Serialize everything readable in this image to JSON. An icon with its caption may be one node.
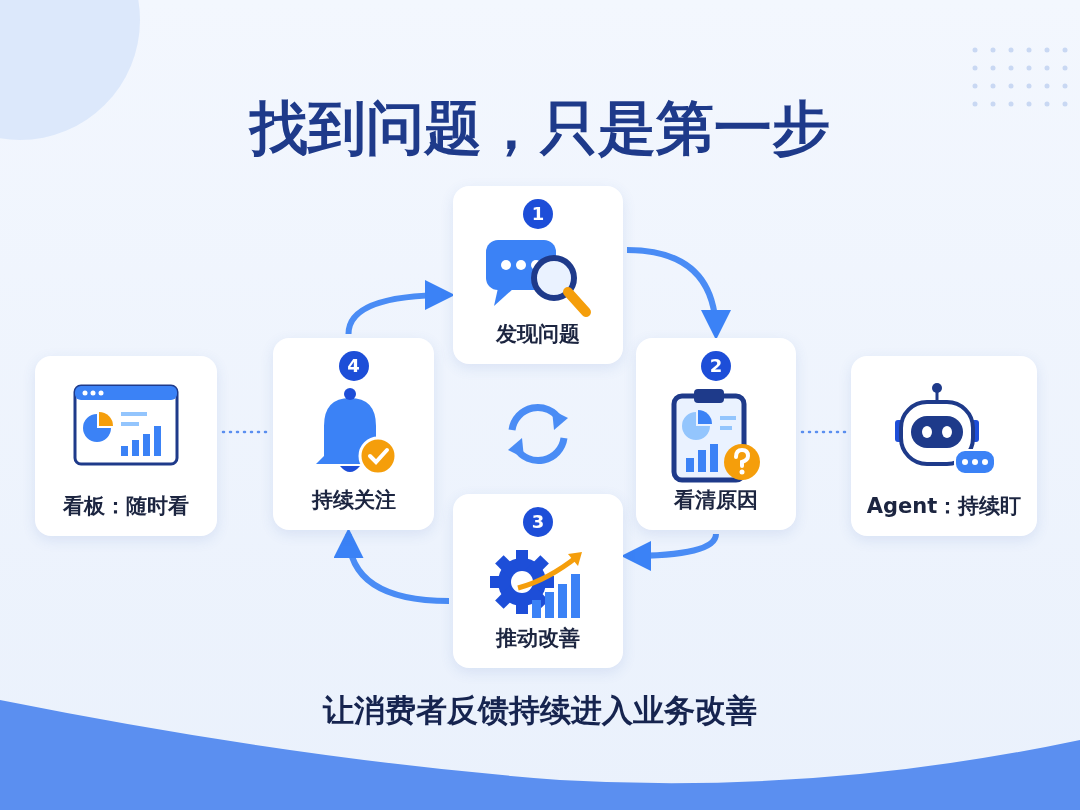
{
  "diagram": {
    "title": "找到问题，只是第一步",
    "caption": "让消费者反馈持续进入业务改善",
    "nodes": [
      {
        "text": [
          "1",
          "发现问题"
        ]
      },
      {
        "text": [
          "2",
          "看清原因"
        ]
      },
      {
        "text": [
          "3",
          "推动改善"
        ]
      },
      {
        "text": [
          "4",
          "持续关注"
        ]
      },
      {
        "text": [
          "看板：随时看"
        ]
      },
      {
        "text": [
          "Agent：持续盯"
        ]
      }
    ],
    "edges": [
      {
        "from": 0,
        "to": 1,
        "arrow": "to"
      },
      {
        "from": 1,
        "to": 2,
        "arrow": "to"
      },
      {
        "from": 2,
        "to": 3,
        "arrow": "to"
      },
      {
        "from": 3,
        "to": 0,
        "arrow": "to"
      },
      {
        "from": 4,
        "to": 3,
        "arrow": "none",
        "style": "dashed"
      },
      {
        "from": 1,
        "to": 5,
        "arrow": "none",
        "style": "dashed"
      }
    ]
  }
}
